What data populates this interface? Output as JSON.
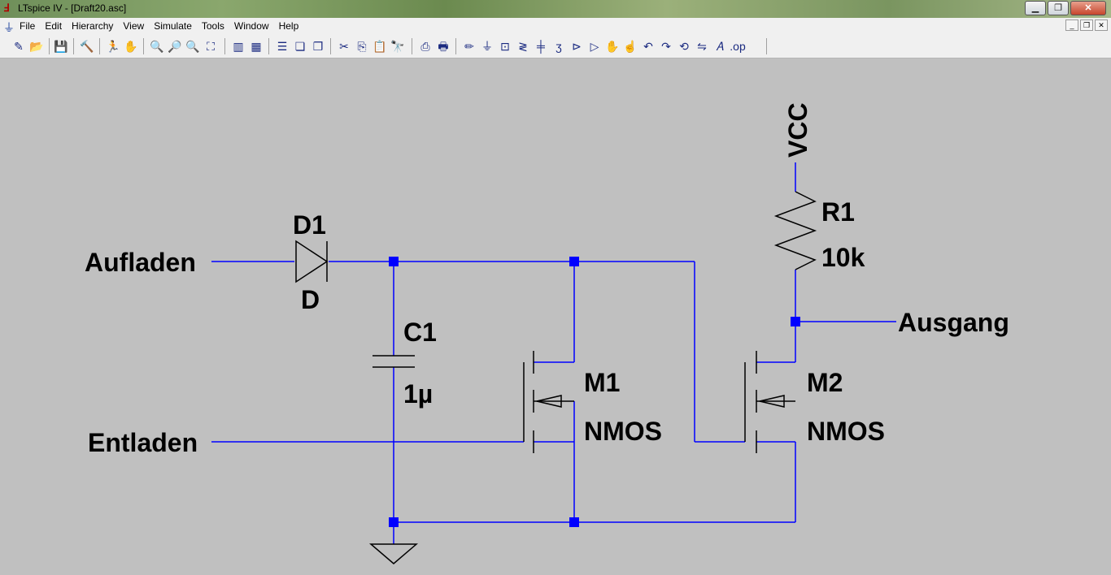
{
  "window": {
    "title": "LTspice IV - [Draft20.asc]"
  },
  "menu": {
    "items": [
      "File",
      "Edit",
      "Hierarchy",
      "View",
      "Simulate",
      "Tools",
      "Window",
      "Help"
    ]
  },
  "schematic": {
    "diode_name": "D1",
    "diode_value": "D",
    "cap_name": "C1",
    "cap_value": "1µ",
    "res_name": "R1",
    "res_value": "10k",
    "m1_name": "M1",
    "m1_value": "NMOS",
    "m2_name": "M2",
    "m2_value": "NMOS",
    "net_aufladen": "Aufladen",
    "net_entladen": "Entladen",
    "net_ausgang": "Ausgang",
    "net_vcc": "VCC"
  },
  "colors": {
    "wire": "#0000ff",
    "canvas": "#c0c0c0"
  }
}
